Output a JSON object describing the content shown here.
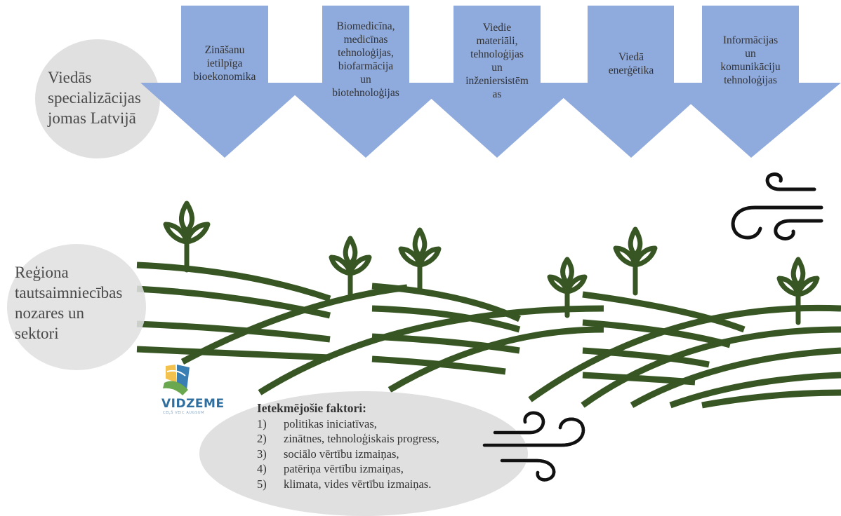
{
  "colors": {
    "arrow_fill": "#8faadc",
    "circle_fill": "#e0e0e0",
    "field_green": "#375623",
    "wind_black": "#111111",
    "logo_blue": "#2f6f9f",
    "logo_yellow": "#f2c14e"
  },
  "top_label": {
    "lines": [
      "Viedās",
      "specializācijas",
      "jomas Latvijā"
    ]
  },
  "arrows": [
    {
      "lines": [
        "Zināšanu",
        "ietilpīga",
        "bioekonomika"
      ]
    },
    {
      "lines": [
        "Biomedicīna,",
        "medicīnas",
        "tehnoloģijas,",
        "biofarmācija",
        "un",
        "biotehnoloģijas"
      ]
    },
    {
      "lines": [
        "Viedie",
        "materiāli,",
        "tehnoloģijas",
        "un",
        "inženiersistēm",
        "as"
      ]
    },
    {
      "lines": [
        "Viedā",
        "enerģētika"
      ]
    },
    {
      "lines": [
        "Informācijas",
        "un",
        "komunikāciju",
        "tehnoloģijas"
      ]
    }
  ],
  "region_label": {
    "lines": [
      "Reģiona",
      "tautsaimniecības",
      "nozares un",
      "sektori"
    ]
  },
  "logo": {
    "name": "VIDZEME",
    "tagline": "CEĻŠ VEIC AUGSUM"
  },
  "factors": {
    "title": "Ietekmējošie faktori:",
    "items": [
      {
        "num": "1)",
        "text": "politikas iniciatīvas,"
      },
      {
        "num": "2)",
        "text": "zinātnes, tehnoloģiskais progress,"
      },
      {
        "num": "3)",
        "text": "sociālo vērtību izmaiņas,"
      },
      {
        "num": "4)",
        "text": "patēriņa vērtību izmaiņas,"
      },
      {
        "num": "5)",
        "text": "klimata, vides vērtību izmaiņas."
      }
    ]
  },
  "icons": [
    "wind-icon",
    "sprout-icon",
    "field-rows-icon",
    "logo-mark-icon"
  ]
}
